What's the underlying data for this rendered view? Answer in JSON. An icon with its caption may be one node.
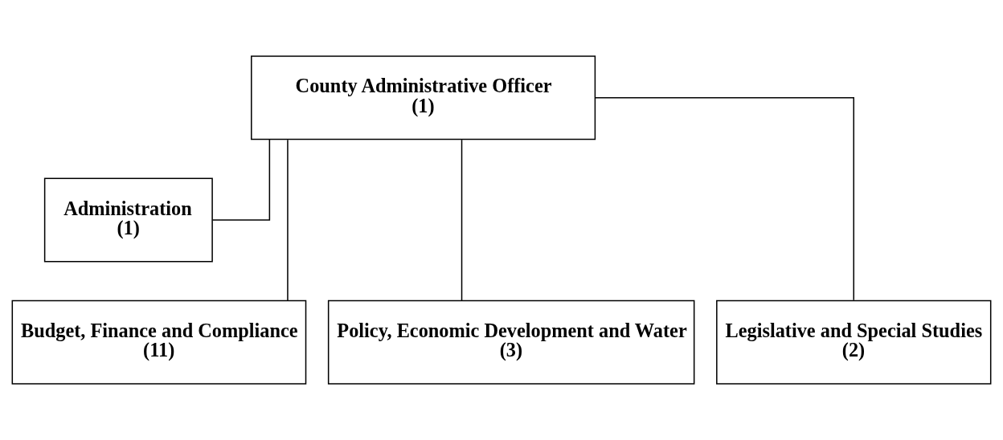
{
  "diagram": {
    "nodes": [
      {
        "text": [
          "County Administrative Officer",
          "(1)"
        ]
      },
      {
        "text": [
          "Administration",
          "(1)"
        ]
      },
      {
        "text": [
          "Budget, Finance and Compliance",
          "(11)"
        ]
      },
      {
        "text": [
          "Policy, Economic Development and Water",
          "(3)"
        ]
      },
      {
        "text": [
          "Legislative and Special Studies",
          "(2)"
        ]
      }
    ],
    "edges": [
      {
        "from": 0,
        "to": 1,
        "arrow": "none"
      },
      {
        "from": 0,
        "to": 2,
        "arrow": "none"
      },
      {
        "from": 0,
        "to": 3,
        "arrow": "none"
      },
      {
        "from": 0,
        "to": 4,
        "arrow": "none"
      }
    ]
  }
}
